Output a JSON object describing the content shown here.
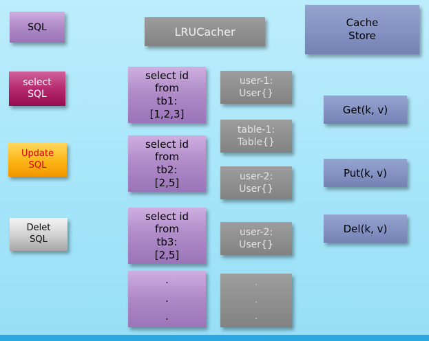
{
  "slide": {
    "sql_sources": [
      {
        "label": "SQL"
      },
      {
        "label": "select\nSQL"
      },
      {
        "label": "Update\nSQL"
      },
      {
        "label": "Delet\nSQL"
      }
    ],
    "cacher": {
      "title": "LRUCacher"
    },
    "cached_queries": [
      {
        "label": "select id\nfrom\ntb1:\n[1,2,3]"
      },
      {
        "label": "select id\nfrom\ntb2:\n[2,5]"
      },
      {
        "label": "select id\nfrom\ntb3:\n[2,5]"
      },
      {
        "label": ".\n.\n."
      }
    ],
    "cached_values": [
      {
        "label": "user-1:\nUser{}"
      },
      {
        "label": "table-1:\nTable{}"
      },
      {
        "label": "user-2:\nUser{}"
      },
      {
        "label": "user-2:\nUser{}"
      },
      {
        "label": ".\n.\n."
      }
    ],
    "cache_store": {
      "title": "Cache\nStore"
    },
    "operations": [
      {
        "label": "Get(k, v)"
      },
      {
        "label": "Put(k, v)"
      },
      {
        "label": "Del(k, v)"
      }
    ],
    "colors": {
      "background_top": "#bcedfc",
      "background_bottom": "#97def6",
      "footer_strip": "#2aa6e0",
      "purple": "#a87fc0",
      "magenta": "#a8135c",
      "orange": "#f7a300",
      "silver": "#c9c9c9",
      "gray": "#8d8d8d",
      "slate_blue": "#8392c2"
    }
  }
}
